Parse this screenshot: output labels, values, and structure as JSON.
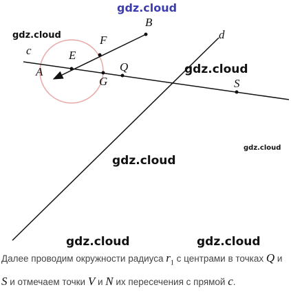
{
  "watermarks": {
    "top": "gdz.cloud",
    "w1": "gdz.cloud",
    "w2": "gdz.cloud",
    "w3": "gdz.cloud",
    "w4": "gdz.cloud",
    "w5": "gdz.cloud",
    "w6": "gdz.cloud"
  },
  "labels": {
    "B": "B",
    "d": "d",
    "F": "F",
    "c": "c",
    "E": "E",
    "A": "A",
    "Q": "Q",
    "G": "G",
    "S": "S"
  },
  "caption": {
    "part1": "Далее проводим окружности радиуса ",
    "r": "r",
    "r_sub": "1",
    "part2": " с центрами в точках ",
    "Q": "Q",
    "part3": " и ",
    "S": "S",
    "part4": " и отмечаем точки ",
    "V": "V",
    "part5": " и ",
    "N": "N",
    "part6": " их пересечения с прямой ",
    "c": "c",
    "part7": "."
  },
  "colors": {
    "circle": "#e8a9a4",
    "lines": "#111111"
  }
}
